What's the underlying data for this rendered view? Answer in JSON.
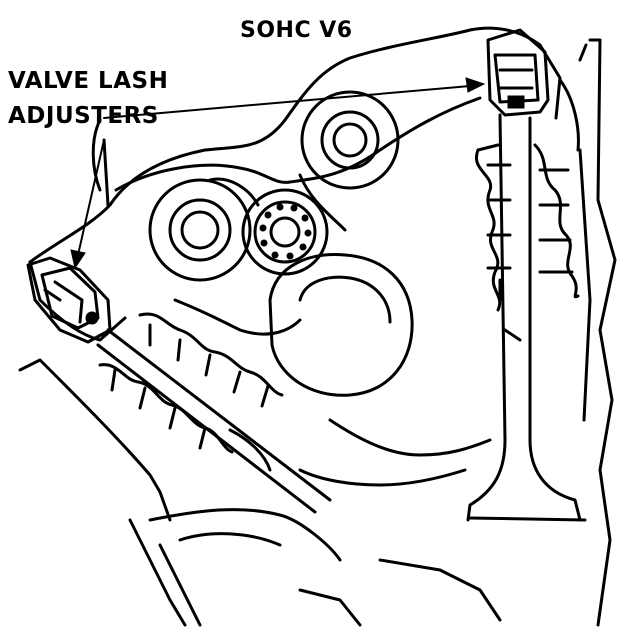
{
  "diagram": {
    "title": "SOHC V6",
    "callout_line1": "VALVE LASH",
    "callout_line2": "ADJUSTERS"
  }
}
